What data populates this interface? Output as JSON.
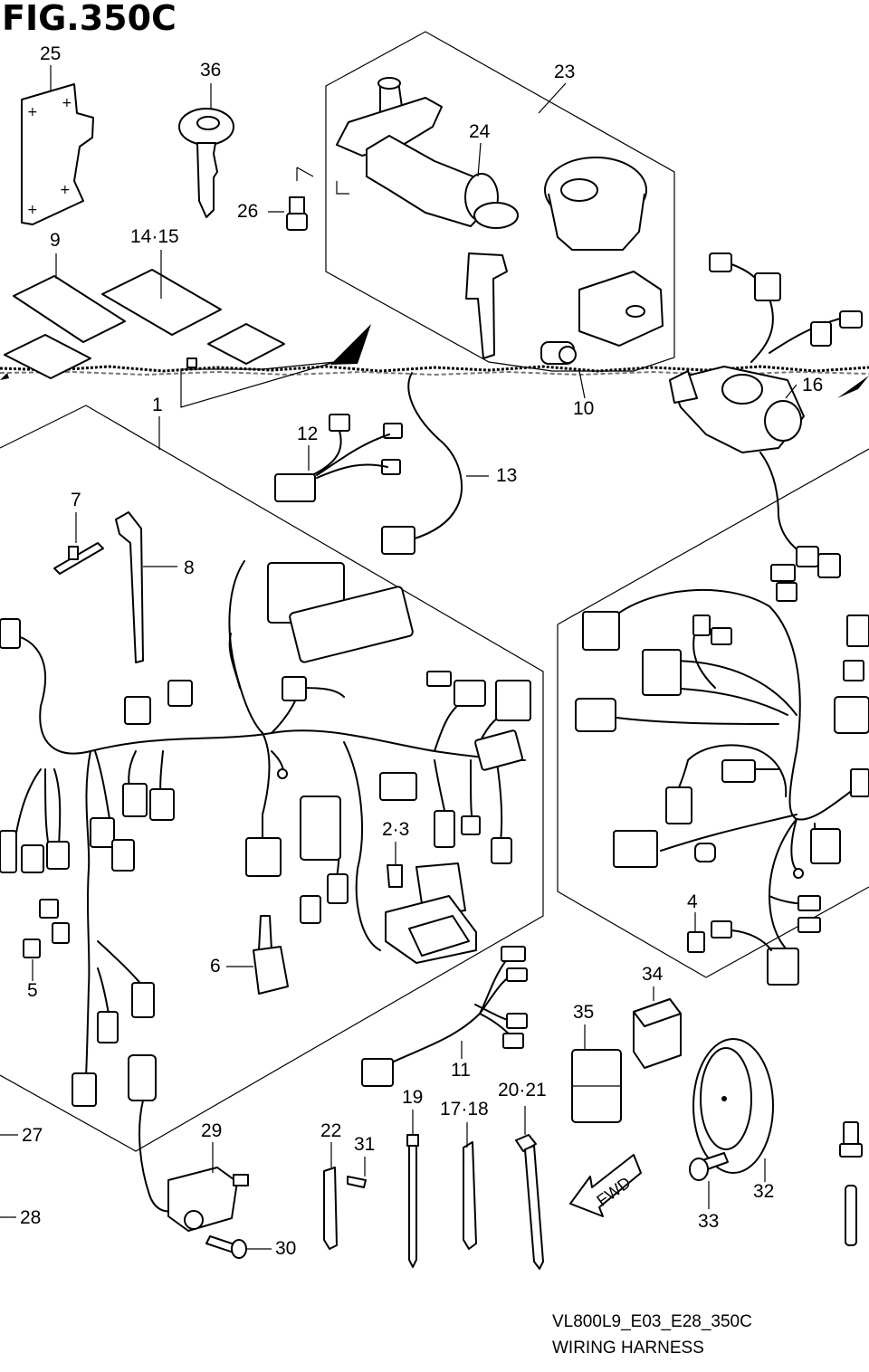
{
  "figure": {
    "title": "FIG.350C",
    "code": "VL800L9_E03_E28_350C",
    "caption": "WIRING HARNESS"
  },
  "callouts": [
    {
      "id": "c25",
      "text": "25"
    },
    {
      "id": "c36",
      "text": "36"
    },
    {
      "id": "c23",
      "text": "23"
    },
    {
      "id": "c24",
      "text": "24"
    },
    {
      "id": "c26",
      "text": "26"
    },
    {
      "id": "c9",
      "text": "9"
    },
    {
      "id": "c1415",
      "text": "14·15"
    },
    {
      "id": "c10",
      "text": "10"
    },
    {
      "id": "c16",
      "text": "16"
    },
    {
      "id": "c1",
      "text": "1"
    },
    {
      "id": "c12",
      "text": "12"
    },
    {
      "id": "c13",
      "text": "13"
    },
    {
      "id": "c7",
      "text": "7"
    },
    {
      "id": "c8",
      "text": "8"
    },
    {
      "id": "c23b",
      "text": "2·3"
    },
    {
      "id": "c6",
      "text": "6"
    },
    {
      "id": "c5",
      "text": "5"
    },
    {
      "id": "c4",
      "text": "4"
    },
    {
      "id": "c34",
      "text": "34"
    },
    {
      "id": "c35",
      "text": "35"
    },
    {
      "id": "c11",
      "text": "11"
    },
    {
      "id": "c27",
      "text": "27"
    },
    {
      "id": "c28",
      "text": "28"
    },
    {
      "id": "c29",
      "text": "29"
    },
    {
      "id": "c30",
      "text": "30"
    },
    {
      "id": "c22",
      "text": "22"
    },
    {
      "id": "c31",
      "text": "31"
    },
    {
      "id": "c19",
      "text": "19"
    },
    {
      "id": "c1718",
      "text": "17·18"
    },
    {
      "id": "c2021",
      "text": "20·21"
    },
    {
      "id": "c32",
      "text": "32"
    },
    {
      "id": "c33",
      "text": "33"
    }
  ],
  "fwd_marker": "FWD"
}
